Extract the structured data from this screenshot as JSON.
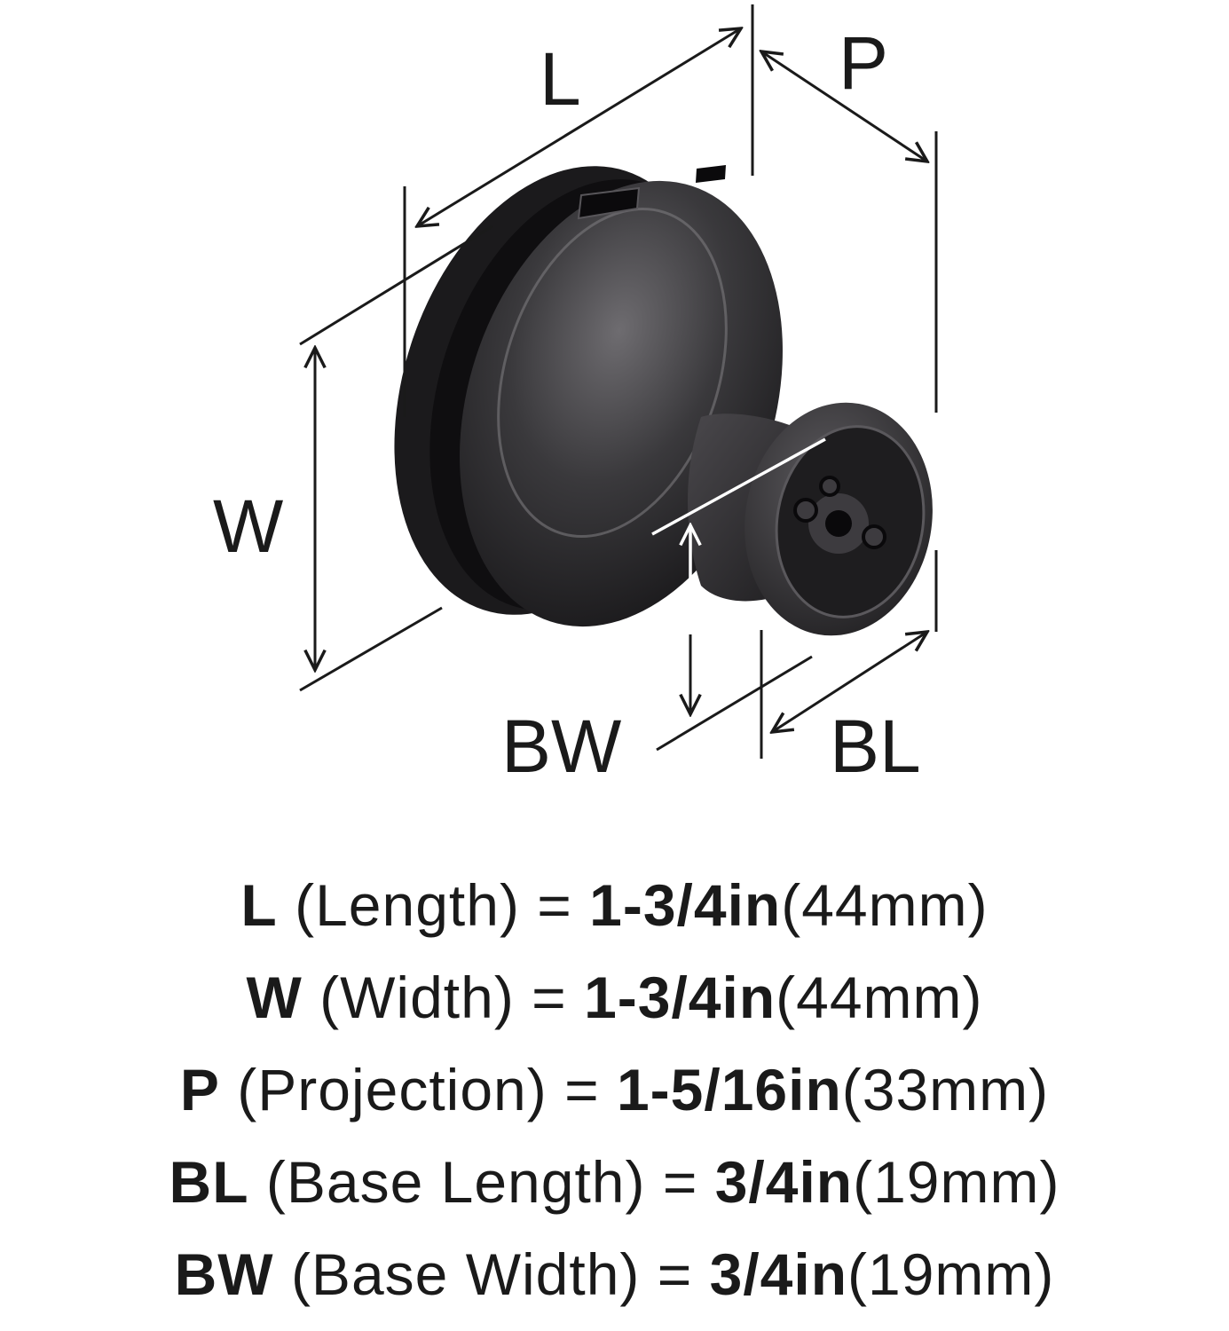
{
  "labels": {
    "length": "L",
    "width": "W",
    "projection": "P",
    "base_length": "BL",
    "base_width": "BW"
  },
  "specs": [
    {
      "code": "L",
      "name": "(Length)",
      "eq": "=",
      "imperial": "1-3/4in",
      "metric": "(44mm)"
    },
    {
      "code": "W",
      "name": "(Width)",
      "eq": "=",
      "imperial": "1-3/4in",
      "metric": "(44mm)"
    },
    {
      "code": "P",
      "name": "(Projection)",
      "eq": "=",
      "imperial": "1-5/16in",
      "metric": "(33mm)"
    },
    {
      "code": "BL",
      "name": "(Base Length)",
      "eq": "=",
      "imperial": "3/4in",
      "metric": "(19mm)"
    },
    {
      "code": "BW",
      "name": "(Base Width)",
      "eq": "=",
      "imperial": "3/4in",
      "metric": "(19mm)"
    }
  ],
  "colors": {
    "ink": "#1a1a1a",
    "finish": "#2b2a2c",
    "highlight": "#6e6c70"
  }
}
